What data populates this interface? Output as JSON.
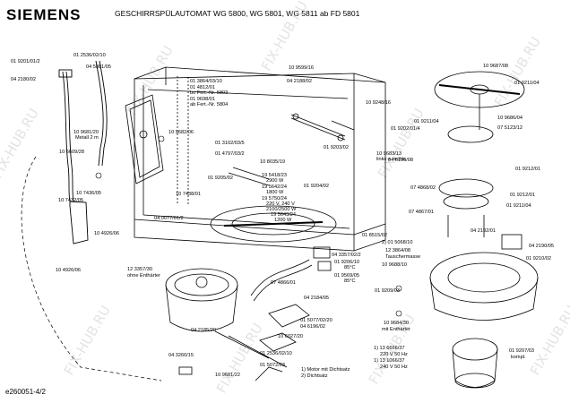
{
  "header": {
    "brand": "SIEMENS",
    "title": "GESCHIRRSPÜLAUTOMAT WG 5800, WG 5801, WG 5811 ab FD 5801"
  },
  "footer": {
    "code": "e260051-4/2"
  },
  "watermark": {
    "text": "FIX-HUB.RU"
  },
  "labels": [
    "01 9201/01/2",
    "01 2536/02/10",
    "04 2180/02",
    "04 5881/05",
    "10 9681/20",
    "Metall 2 m",
    "10 6609/28",
    "10 7436/05",
    "10 7432/05",
    "10 4926/06",
    "10 4926/06",
    "01 3864/03/10",
    "01 4812/01",
    "bo Fert.-Nr. 5803",
    "01 9698/01",
    "ab Fert.-Nr. 5804",
    "10 9682/06",
    "10 9599/16",
    "04 2188/02",
    "10 9248/16",
    "10 9687/08",
    "01 9211/04",
    "01 3102/03/5",
    "01 4797/03/2",
    "01 9205/02",
    "10 8035/19",
    "10 7438/01",
    "19 5418/23",
    "2900 W",
    "19 5642/24",
    "1800 W",
    "19 5750/24",
    "220 V, 240 V",
    "2100/2500 W",
    "19 5643/24",
    "1200 W",
    "01 9204/02",
    "04 0077/01/2",
    "01 9203/02",
    "10 9683/13",
    "links + rechts",
    "01 9211/04",
    "01 9202/01/4",
    "10 9686/04",
    "07 5123/12",
    "04 6196/08",
    "07 4868/02",
    "07 4867/01",
    "01 9212/01",
    "01 9212/01",
    "01 9211/04",
    "01 8515/02",
    "04 3357/02/2",
    "01 9206/10",
    "85°C",
    "01 9569/05",
    "85°C",
    "07 4866/01",
    "04 2184/05",
    "01 5077/02/20",
    "04 6196/02",
    "12 3357/30",
    "ohne Enthärter",
    "04 2185/20",
    "04 3260/15",
    "10 6027/20",
    "01 2536/02/10",
    "10 9681/22",
    "01 5072/03",
    "04 2192/01",
    "04 2190/05",
    "2) 01 5068/10",
    "12 3864/08",
    "Tauschermasse",
    "10 9688/10",
    "01 9210/02",
    "01 9209/03",
    "10 9684/30",
    "mit Enthärter",
    "1) 13 6666/37",
    "220 V 50 Hz",
    "1) 13 1066/37",
    "240 V 50 Hz",
    "01 9207/03",
    "kompl.",
    "1) Motor mit Dichtsatz",
    "2) Dichtsatz"
  ]
}
